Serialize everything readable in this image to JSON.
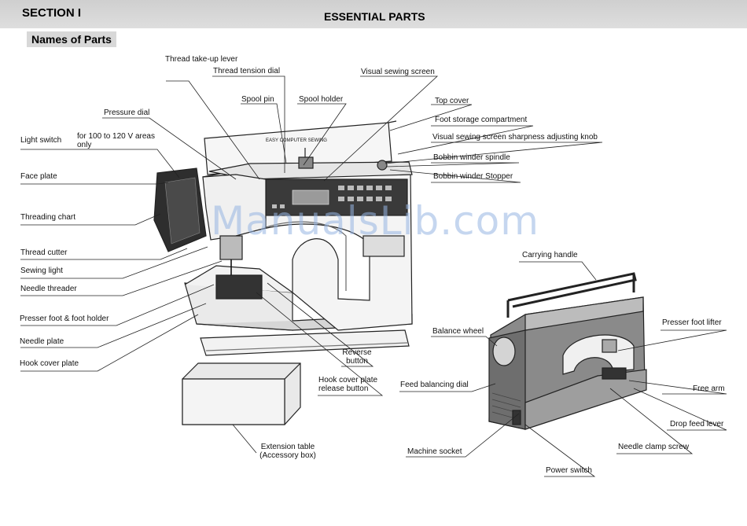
{
  "header": {
    "section": "SECTION I",
    "title": "ESSENTIAL PARTS",
    "subtitle": "Names of Parts"
  },
  "watermark": "ManualsLib.com",
  "machine_panel_text": "EASY COMPUTER SEWING",
  "labels": {
    "thread_takeup_lever": "Thread take-up lever",
    "thread_tension_dial": "Thread tension dial",
    "visual_sewing_screen": "Visual sewing screen",
    "spool_pin": "Spool pin",
    "spool_holder": "Spool holder",
    "top_cover": "Top cover",
    "pressure_dial": "Pressure dial",
    "foot_storage_compartment": "Foot storage compartment",
    "light_switch": "Light switch",
    "for_100_120v": "for 100 to 120 V areas only",
    "visual_screen_knob": "Visual sewing screen sharpness adjusting knob",
    "bobbin_winder_spindle": "Bobbin winder spindle",
    "bobbin_winder_stopper": "Bobbin winder Stopper",
    "face_plate": "Face plate",
    "threading_chart": "Threading chart",
    "thread_cutter": "Thread cutter",
    "sewing_light": "Sewing light",
    "needle_threader": "Needle threader",
    "presser_foot_holder": "Presser foot & foot holder",
    "needle_plate": "Needle plate",
    "hook_cover_plate": "Hook cover plate",
    "reverse_button": "Reverse button",
    "hook_cover_release": "Hook cover plate release button",
    "extension_table": "Extension table (Accessory box)",
    "carrying_handle": "Carrying handle",
    "balance_wheel": "Balance wheel",
    "presser_foot_lifter": "Presser foot lifter",
    "feed_balancing_dial": "Feed balancing dial",
    "free_arm": "Free arm",
    "drop_feed_lever": "Drop feed lever",
    "machine_socket": "Machine socket",
    "needle_clamp_screw": "Needle clamp screw",
    "power_switch": "Power switch"
  }
}
